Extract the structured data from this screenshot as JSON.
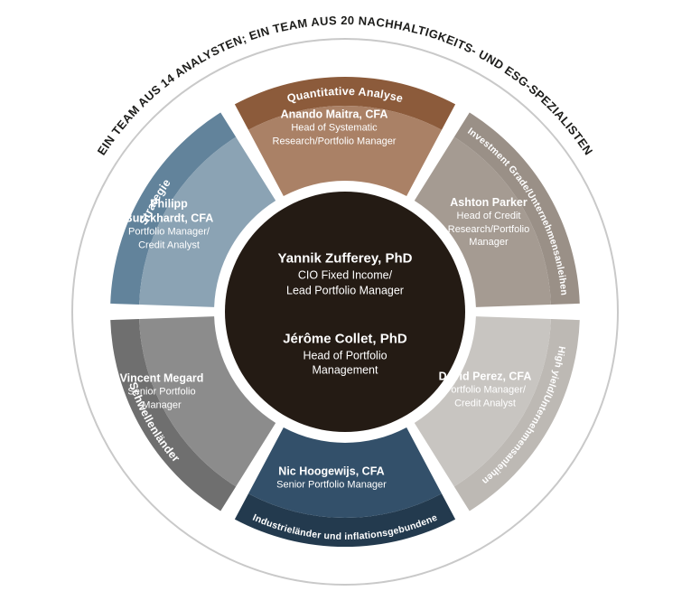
{
  "diagram": {
    "title_arc": "EIN TEAM AUS 14 ANALYSTEN; EIN TEAM AUS 20 NACHHALTIGKEITS- UND ESG-SPEZIALISTEN",
    "colors": {
      "background": "#ffffff",
      "outer_ring": "#c9c9c9",
      "title_text": "#1c1c1a",
      "center_circle": "#241b14",
      "label_text": "#ffffff"
    },
    "center": {
      "people": [
        {
          "name": "Yannik Zufferey, PhD",
          "roles": [
            "CIO Fixed Income/",
            "Lead Portfolio Manager"
          ]
        },
        {
          "name": "Jérôme Collet, PhD",
          "roles": [
            "Head of Portfolio",
            "Management"
          ]
        }
      ]
    },
    "segments": [
      {
        "label": "Quantitative Analyse",
        "band_color": "#8c5b3b",
        "body_color": "#aa8166",
        "person": {
          "name_lines": [
            "Anando Maitra, CFA"
          ],
          "roles": [
            "Head of Systematic",
            "Research/Portfolio Manager"
          ]
        }
      },
      {
        "label": "Investment Grade/Unternehmensanleihen",
        "band_color": "#9a9087",
        "body_color": "#a59b92",
        "person": {
          "name_lines": [
            "Ashton Parker"
          ],
          "roles": [
            "Head of Credit",
            "Research/Portfolio",
            "Manager"
          ]
        }
      },
      {
        "label": "High yield/Unternehmensanleihen",
        "band_color": "#bdb9b4",
        "body_color": "#c8c5c1",
        "person": {
          "name_lines": [
            "David Perez, CFA"
          ],
          "roles": [
            "Portfolio Manager/",
            "Credit Analyst"
          ]
        }
      },
      {
        "label": "Industrieländer und inflationsgebundene",
        "band_color": "#233a4e",
        "body_color": "#33506a",
        "person": {
          "name_lines": [
            "Nic Hoogewijs, CFA"
          ],
          "roles": [
            "Senior Portfolio Manager"
          ]
        }
      },
      {
        "label": "Schwellenländer",
        "band_color": "#6f6f6f",
        "body_color": "#8c8c8c",
        "person": {
          "name_lines": [
            "Vincent Megard"
          ],
          "roles": [
            "Senior Portfolio",
            "Manager"
          ]
        }
      },
      {
        "label": "Strategie",
        "band_color": "#62839b",
        "body_color": "#8ba3b4",
        "person": {
          "name_lines": [
            "Philipp",
            "Burckhardt, CFA"
          ],
          "roles": [
            "Portfolio Manager/",
            "Credit Analyst"
          ]
        }
      }
    ]
  }
}
